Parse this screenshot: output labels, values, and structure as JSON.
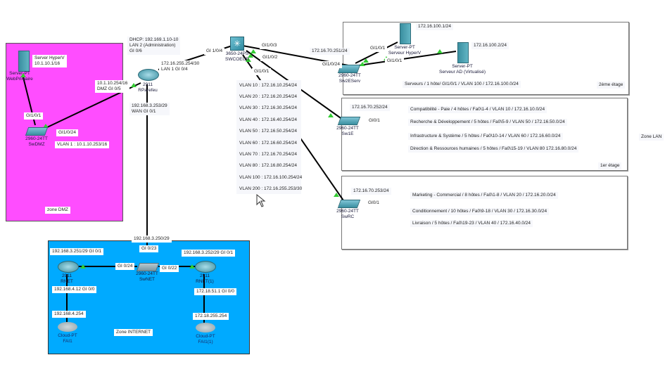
{
  "zones": {
    "dmz": {
      "label": "zone DMZ",
      "color": "#ff4dff"
    },
    "internet": {
      "label": "Zone INTERNET",
      "color": "#00aaff"
    },
    "lan": {
      "label": "Zone LAN"
    },
    "floor2": {
      "label": "2ème étage"
    },
    "floor1": {
      "label": "1er étage"
    }
  },
  "devices": {
    "web_server": {
      "model": "Server-PT",
      "name": "WebPrimaire"
    },
    "sw_dmz": {
      "model": "2960-24TT",
      "name": "SwDMZ"
    },
    "r_parefeu": {
      "model": "2911",
      "name": "RParefeu"
    },
    "sw_coeur": {
      "model": "3650-24PS",
      "name": "SWCOEUR"
    },
    "sw_2eserv": {
      "model": "2960-24TT",
      "name": "Sw2EServ"
    },
    "srv_hyperv": {
      "model": "Server-PT",
      "name": "Serveur HyperV"
    },
    "srv_ad": {
      "model": "Server-PT",
      "name": "Serveur AD (Virtualisé)"
    },
    "sw_1e": {
      "model": "2960-24TT",
      "name": "Sw1E"
    },
    "sw_rc": {
      "model": "2960-24TT",
      "name": "SwRC"
    },
    "r_net": {
      "model": "2911",
      "name": "RNET"
    },
    "sw_net": {
      "model": "2960-24TT",
      "name": "SwNET"
    },
    "r_net1": {
      "model": "2911",
      "name": "RNET(1)"
    },
    "cloud1": {
      "model": "Cloud-PT",
      "name": "FAI1"
    },
    "cloud2": {
      "model": "Cloud-PT",
      "name": "FAI1(1)"
    }
  },
  "notes": {
    "hyperv_dmz": [
      "Server HyperV",
      "10.1.10.1/16"
    ],
    "dmz_gi": "GI1/0/1",
    "dmz_gi24": "GI1/0/24",
    "dmz_vlan1": "VLAN 1 : 10.1.10.253/16",
    "rparefeu_dmz": [
      "10.1.10.254/16",
      "DMZ GI 0/5"
    ],
    "dhcp": [
      "DHCP: 192.169.1.10-10",
      "LAN 2 (Administration)",
      "GI 0/6"
    ],
    "rparefeu_lan": [
      "172.16.255.254/30",
      "LAN 1 GI 0/4"
    ],
    "coeur_gi104": "GI 1/0/4",
    "rparefeu_wan": [
      "192.168.3.253/29",
      "WAN GI 0/1"
    ],
    "coeur_gi103": "GI1/0/3",
    "coeur_gi102": "GI1/0/2",
    "coeur_gi101": "GI1/0/1",
    "serv_ip": "172.16.70.251/24",
    "serv_gi24": "GI1/0/24",
    "serv_gi1a": "GI1/0/1",
    "serv_gi1b": "GI1/0/1",
    "hyperv_ip": "172.16.100.1/24",
    "ad_ip": "172.16.100.2/24",
    "serv_summary": "Serveurs / 1 hôte/ GI1/0/1 / VLAN 100 / 172.16.100.0/24",
    "sw1e_ip": "172.16.70.252/24",
    "sw1e_gi": "GI0/1",
    "swrc_ip": "172.16.70.253/24",
    "swrc_gi": "GI0/1",
    "net_top_ip": "192.168.3.250/29",
    "net_gi23": "GI 0/23",
    "net_gi24": "GI 0/24",
    "net_gi22": "GI 0/22",
    "rnet_wan": "192.168.3.251/29 GI 0/1",
    "rnet1_wan": "192.168.3.252/29 GI 0/1",
    "rnet_lan": "192.168.4.12  GI 0/0",
    "rnet1_lan": "172.18.51.1 GI 0/0",
    "fai1_ip": "192.168.4.254",
    "fai2_ip": "172.18.255.254"
  },
  "vlans": [
    "VLAN 10 : 172.16.10.254/24",
    "VLAN 20 : 172.16.20.254/24",
    "VLAN 30 : 172.16.30.254/24",
    "VLAN 40 : 172.16.40.254/24",
    "VLAN 50 : 172.16.50.254/24",
    "VLAN 60 : 172.16.60.254/24",
    "VLAN 70 : 172.16.70.254/24",
    "VLAN 80 : 172.16.80.254/24",
    "VLAN 100 : 172.16.100.254/24",
    "VLAN 200 : 172.16.255.253/30"
  ],
  "floor1_departments": [
    "Compatibilité - Paie / 4 hôtes / Fa0\\1-4 / VLAN 10 / 172.16.10.0/24",
    "Recherche & Développement / 5 hôtes / Fa0\\5-9 / VLAN 50 / 172.16.50.0/24",
    "Infrastructure & Système / 5 hôtes / Fa0\\10-14 / VLAN 60 / 172.16.60.0/24",
    "Direction & Ressources humaines / 5 hôtes / Fa0\\15-19 / VLAN 80 172.16.80.0/24"
  ],
  "rc_departments": [
    "Marketing - Commercial / 8 hôtes / Fa0\\1-8 / VLAN 20 / 172.16.20.0/24",
    "Conditionnement / 10 hôtes / Fa0\\9-18 / VLAN 30 / 172.16.30.0/24",
    "Livraison / 5 hôtes / Fa0\\19-23 / VLAN 40 / 172.16.40.0/24"
  ]
}
